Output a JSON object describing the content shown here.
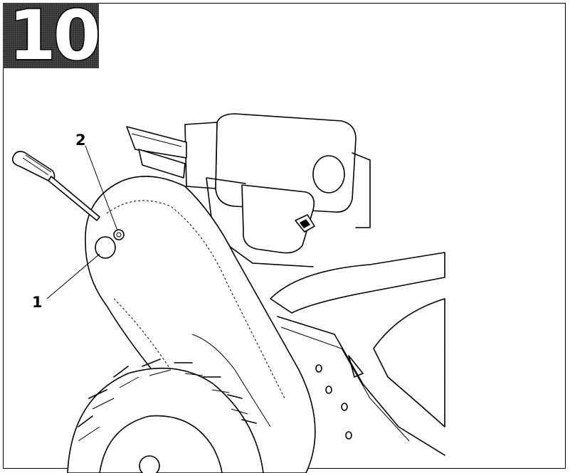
{
  "figure": {
    "number": "10",
    "callouts": [
      {
        "id": "1",
        "label": "1"
      },
      {
        "id": "2",
        "label": "2"
      }
    ]
  }
}
